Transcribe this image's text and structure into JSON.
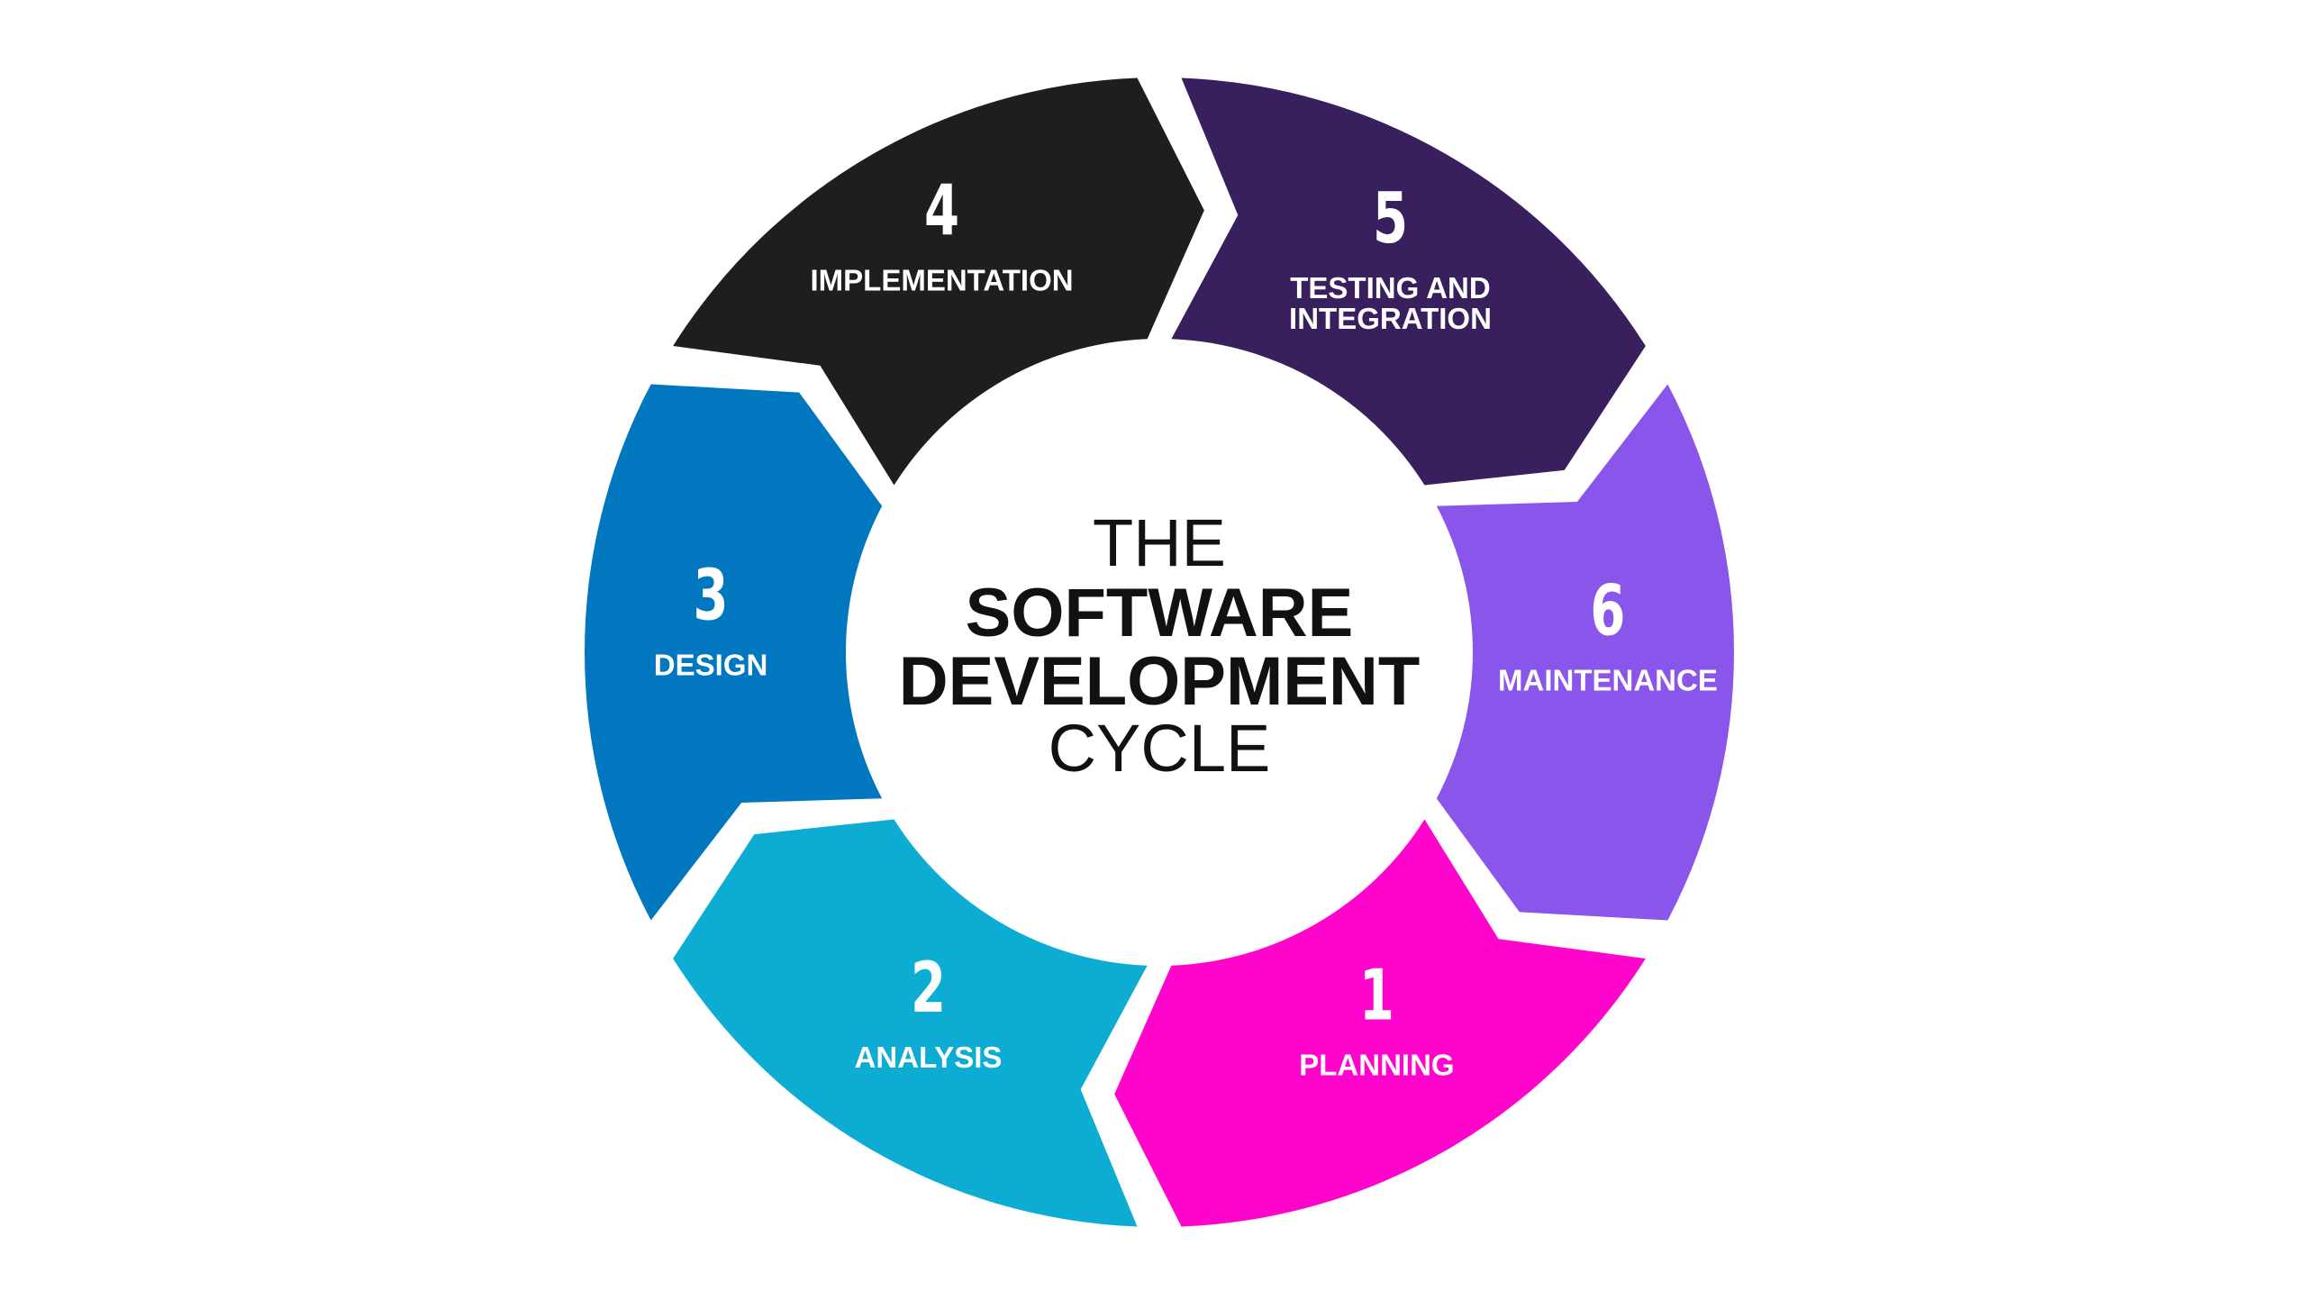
{
  "title": {
    "line1": "THE",
    "line2": "SOFTWARE",
    "line3": "DEVELOPMENT",
    "line4": "CYCLE"
  },
  "stages": [
    {
      "number": "1",
      "label": [
        "PLANNING"
      ],
      "color": "#FF05CC"
    },
    {
      "number": "2",
      "label": [
        "ANALYSIS"
      ],
      "color": "#0DADD3"
    },
    {
      "number": "3",
      "label": [
        "DESIGN"
      ],
      "color": "#0077BF"
    },
    {
      "number": "4",
      "label": [
        "IMPLEMENTATION"
      ],
      "color": "#1E1E1E"
    },
    {
      "number": "5",
      "label": [
        "TESTING AND",
        "INTEGRATION"
      ],
      "color": "#3A1F5E"
    },
    {
      "number": "6",
      "label": [
        "MAINTENANCE"
      ],
      "color": "#8A55EB"
    }
  ]
}
